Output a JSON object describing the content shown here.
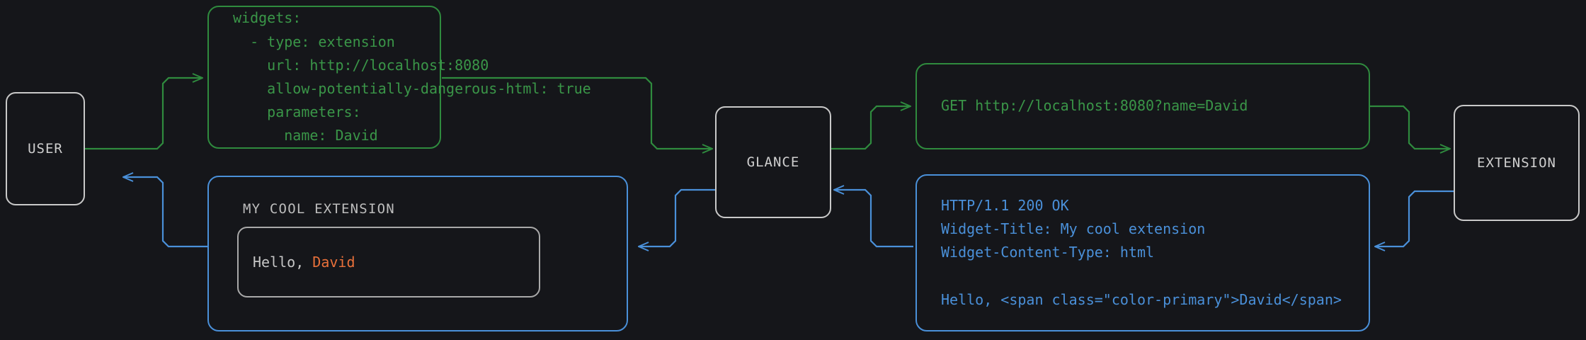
{
  "diagram": {
    "title": "glance extension request flow",
    "background_color": "#15161a",
    "colors": {
      "request_green": "#3a9648",
      "response_blue": "#4a90d9",
      "node_border": "#c9c9c9",
      "node_text": "#cfcfcf",
      "accent_orange": "#e8703a",
      "widget_text": "#c6c6c6"
    }
  },
  "nodes": {
    "user": {
      "label": "USER"
    },
    "glance": {
      "label": "GLANCE"
    },
    "extension": {
      "label": "EXTENSION"
    }
  },
  "config_box": {
    "kind": "yaml-config",
    "color": "#3a9648",
    "text": "widgets:\n  - type: extension\n    url: http://localhost:8080\n    allow-potentially-dangerous-html: true\n    parameters:\n      name: David"
  },
  "request_box": {
    "kind": "http-request",
    "color": "#3a9648",
    "text": "GET http://localhost:8080?name=David"
  },
  "response_box": {
    "kind": "http-response",
    "color": "#4a90d9",
    "text": "HTTP/1.1 200 OK\nWidget-Title: My cool extension\nWidget-Content-Type: html\n\nHello, <span class=\"color-primary\">David</span>"
  },
  "widget_box": {
    "kind": "rendered-widget",
    "border_color": "#4a90d9",
    "title": "MY COOL EXTENSION",
    "greeting_prefix": "Hello, ",
    "greeting_name": "David"
  },
  "edges": [
    {
      "name": "user-to-config",
      "color": "#3a9648",
      "direction": "right"
    },
    {
      "name": "config-to-glance",
      "color": "#3a9648",
      "direction": "right"
    },
    {
      "name": "glance-to-request",
      "color": "#3a9648",
      "direction": "right"
    },
    {
      "name": "request-to-extension",
      "color": "#3a9648",
      "direction": "right"
    },
    {
      "name": "extension-to-response",
      "color": "#4a90d9",
      "direction": "left"
    },
    {
      "name": "response-to-glance",
      "color": "#4a90d9",
      "direction": "left"
    },
    {
      "name": "glance-to-widget",
      "color": "#4a90d9",
      "direction": "left"
    },
    {
      "name": "widget-to-user",
      "color": "#4a90d9",
      "direction": "left"
    }
  ]
}
